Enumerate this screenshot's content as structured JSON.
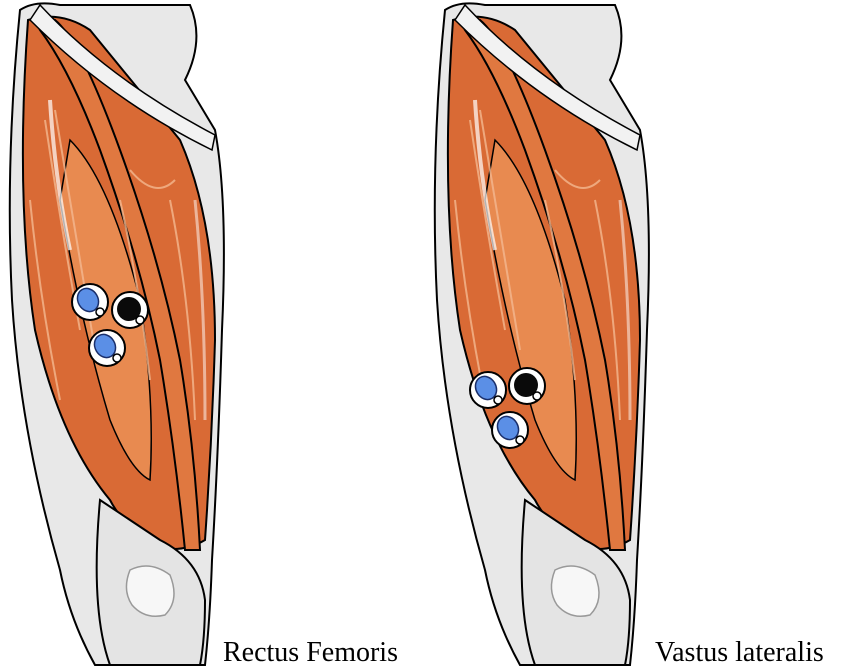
{
  "figures": [
    {
      "caption": "Rectus Femoris",
      "electrodes": [
        "reference-electrode",
        "recording-electrode",
        "recording-electrode"
      ]
    },
    {
      "caption": "Vastus lateralis",
      "electrodes": [
        "reference-electrode",
        "recording-electrode",
        "recording-electrode"
      ]
    }
  ],
  "colors": {
    "muscle": "#d96a35",
    "muscle_light": "#f0a06a",
    "tendon": "#e8e8e8",
    "outline": "#000000",
    "electrode_blue": "#5b8fe6",
    "electrode_black": "#0a0a0a"
  }
}
